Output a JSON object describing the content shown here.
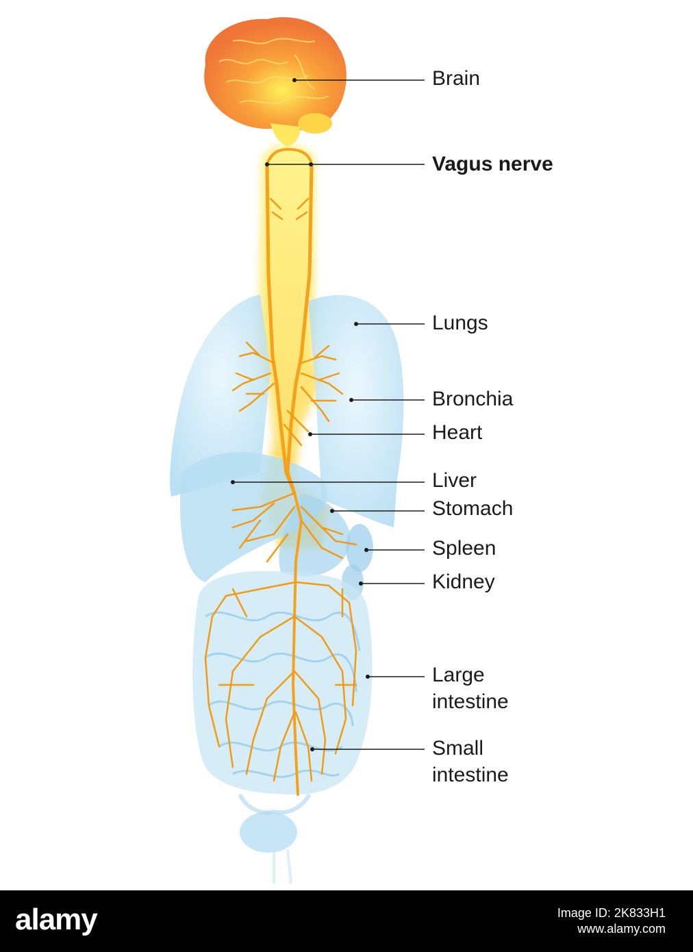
{
  "labels": {
    "brain": "Brain",
    "vagus": "Vagus nerve",
    "lungs": "Lungs",
    "bronchia": "Bronchia",
    "heart": "Heart",
    "liver": "Liver",
    "stomach": "Stomach",
    "spleen": "Spleen",
    "kidney": "Kidney",
    "large_intestine_1": "Large",
    "large_intestine_2": "intestine",
    "small_intestine_1": "Small",
    "small_intestine_2": "intestine"
  },
  "footer": {
    "logo": "alamy",
    "image_id": "Image ID: 2K833H1",
    "site": "www.alamy.com"
  },
  "colors": {
    "nerve": "#f5a21a",
    "organ": "#bfe3f5",
    "brain": "#f08a3c",
    "background": "#ffffff"
  }
}
